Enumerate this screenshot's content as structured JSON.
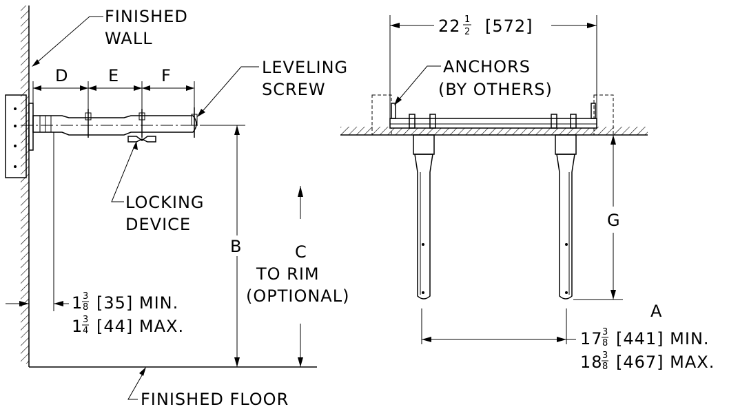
{
  "labels": {
    "finished_wall_1": "FINISHED",
    "finished_wall_2": "WALL",
    "leveling_1": "LEVELING",
    "leveling_2": "SCREW",
    "dim_d": "D",
    "dim_e": "E",
    "dim_f": "F",
    "locking_1": "LOCKING",
    "locking_2": "DEVICE",
    "dim_b": "B",
    "dim_c": "C",
    "to_rim": "TO RIM",
    "optional": "(OPTIONAL)",
    "finished_floor": "FINISHED FLOOR",
    "anchors_1": "ANCHORS",
    "anchors_2": "(BY OTHERS)",
    "dim_g": "G",
    "dim_a": "A"
  },
  "dimensions": {
    "min_gap": {
      "whole": "1",
      "num": "3",
      "den": "8",
      "rest": "[35] MIN."
    },
    "max_gap": {
      "whole": "1",
      "num": "3",
      "den": "4",
      "rest": "[44] MAX."
    },
    "top_width": {
      "whole": "22",
      "num": "1",
      "den": "2",
      "rest": "[572]"
    },
    "a_min": {
      "whole": "17",
      "num": "3",
      "den": "8",
      "rest": "[441] MIN."
    },
    "a_max": {
      "whole": "18",
      "num": "3",
      "den": "8",
      "rest": "[467] MAX."
    }
  }
}
